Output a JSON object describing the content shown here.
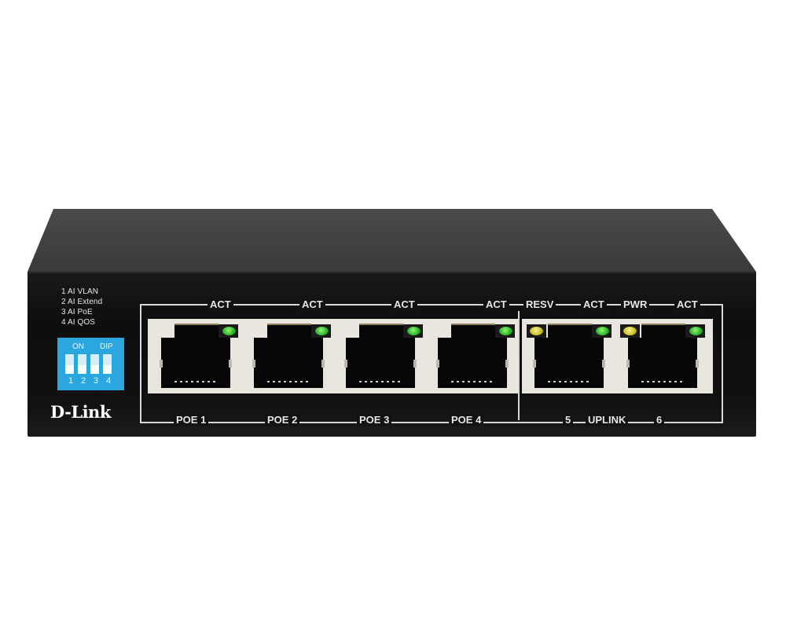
{
  "device": {
    "brand": "D-Link",
    "type": "6-port PoE desktop switch",
    "colors": {
      "chassis": "#111111",
      "dip_switch": "#2aa7df",
      "led_green": "#2dbb2d",
      "led_yellow": "#d1c62a",
      "port_frame": "#e9e6df"
    }
  },
  "mode_list": [
    "1 AI VLAN",
    "2 AI Extend",
    "3 AI PoE",
    "4 AI QOS"
  ],
  "dip_switch": {
    "on_label": "ON",
    "dip_label": "DIP",
    "numbers": [
      "1",
      "2",
      "3",
      "4"
    ]
  },
  "logo": "D-Link",
  "top_labels": [
    "ACT",
    "ACT",
    "ACT",
    "ACT",
    "RESV",
    "ACT",
    "PWR",
    "ACT"
  ],
  "bottom_labels": {
    "poe": [
      "POE 1",
      "POE 2",
      "POE 3",
      "POE 4"
    ],
    "uplink_5": "5",
    "uplink": "UPLINK",
    "uplink_6": "6"
  },
  "ports": [
    {
      "id": "poe-1",
      "leds": [
        "green"
      ]
    },
    {
      "id": "poe-2",
      "leds": [
        "green"
      ]
    },
    {
      "id": "poe-3",
      "leds": [
        "green"
      ]
    },
    {
      "id": "poe-4",
      "leds": [
        "green"
      ]
    },
    {
      "id": "uplink-5",
      "leds": [
        "yellow",
        "green"
      ]
    },
    {
      "id": "uplink-6",
      "leds": [
        "yellow",
        "green"
      ]
    }
  ]
}
